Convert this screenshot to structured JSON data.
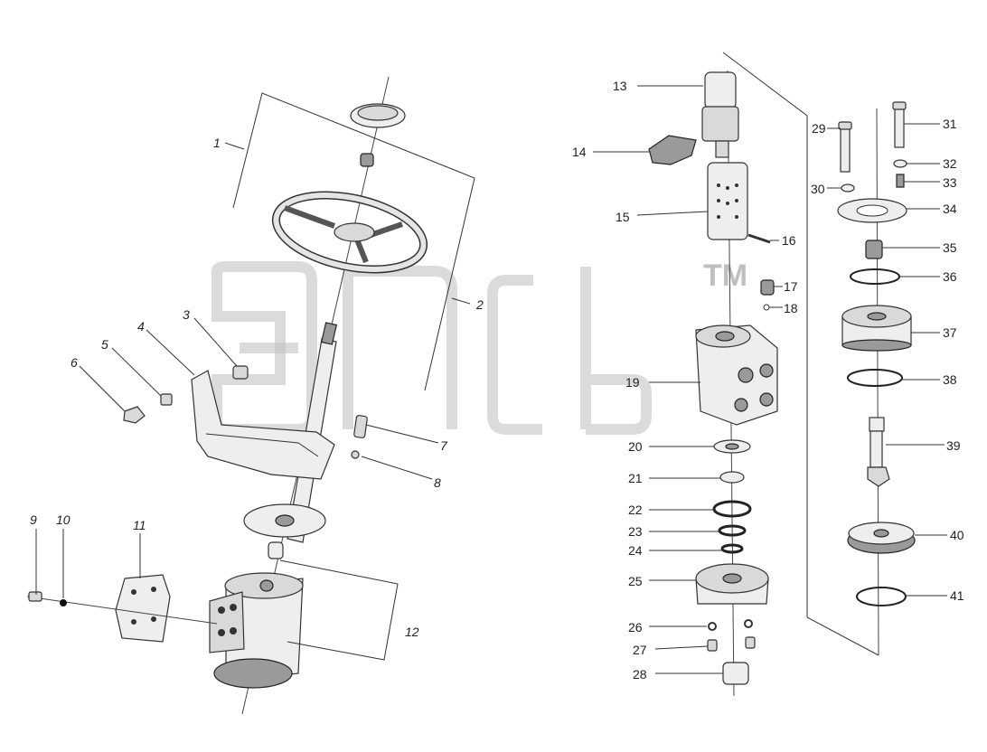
{
  "watermark": {
    "tm": "TM"
  },
  "callouts_left": [
    "1",
    "2",
    "3",
    "4",
    "5",
    "6",
    "7",
    "8",
    "9",
    "10",
    "11",
    "12"
  ],
  "callouts_right": [
    "13",
    "14",
    "15",
    "16",
    "17",
    "18",
    "19",
    "20",
    "21",
    "22",
    "23",
    "24",
    "25",
    "26",
    "27",
    "28",
    "29",
    "30",
    "31",
    "32",
    "33",
    "34",
    "35",
    "36",
    "37",
    "38",
    "39",
    "40",
    "41"
  ]
}
